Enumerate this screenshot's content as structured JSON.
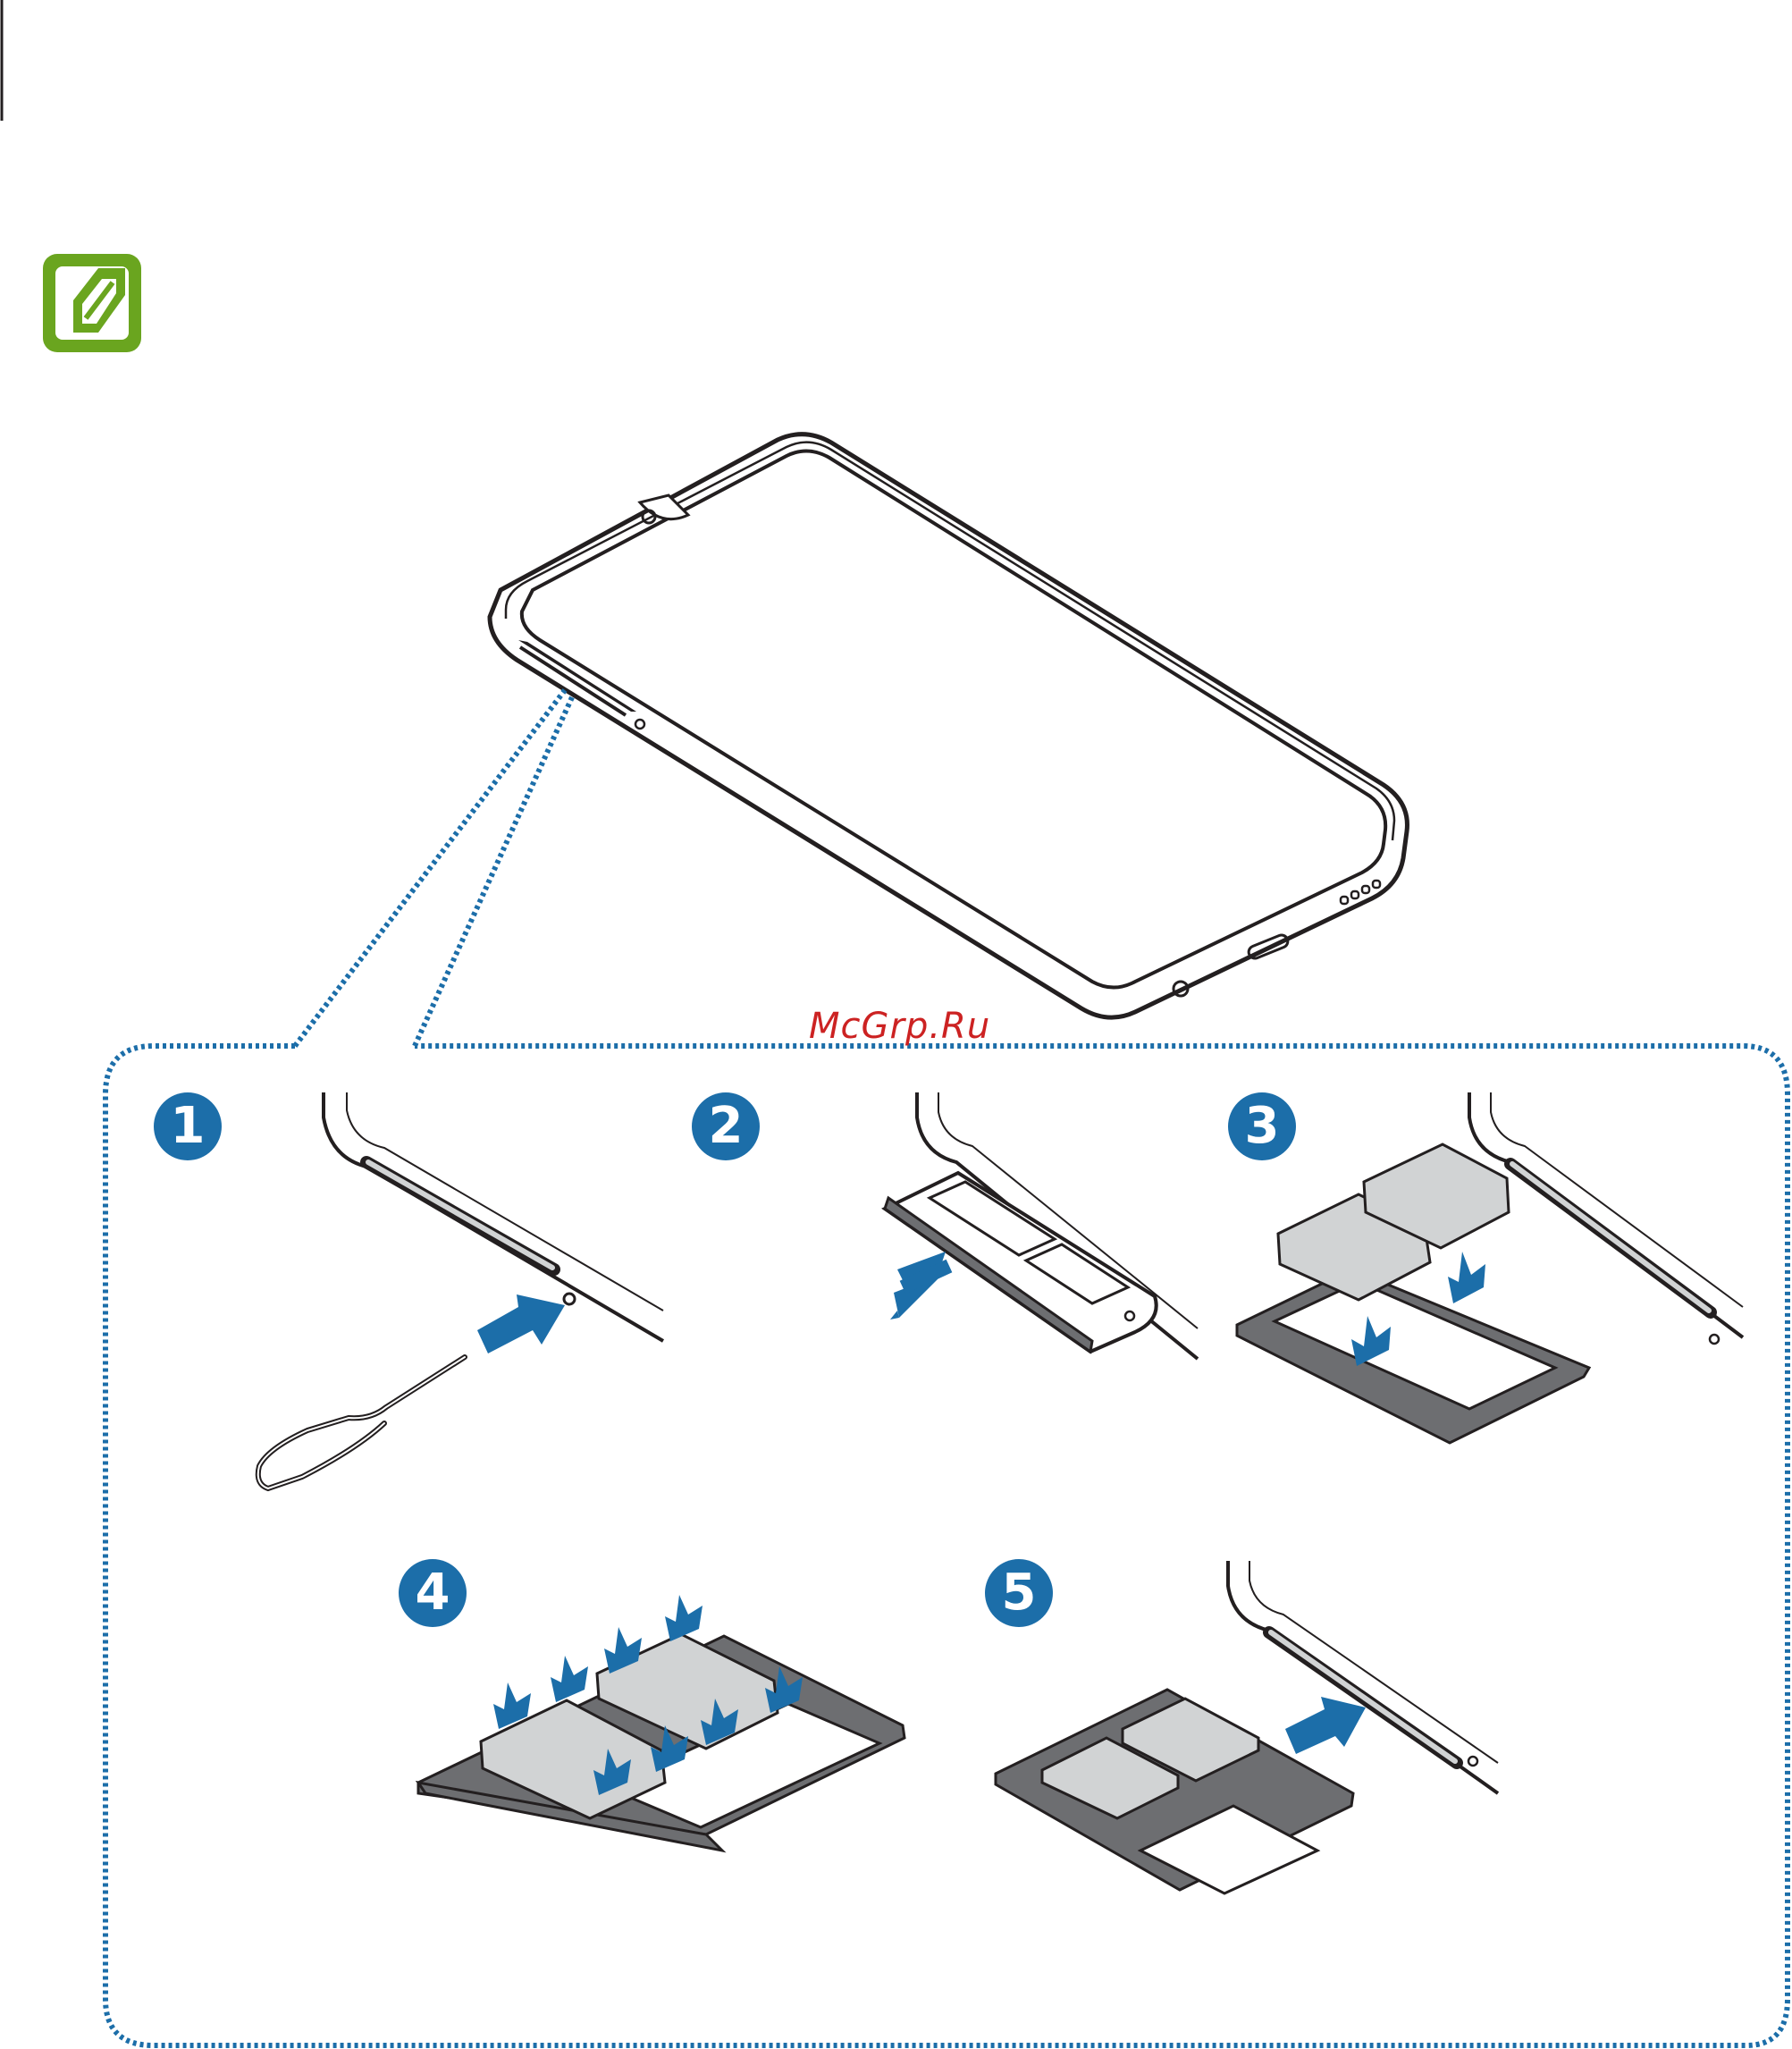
{
  "watermark": "McGrp.Ru",
  "steps": [
    {
      "number": "1"
    },
    {
      "number": "2"
    },
    {
      "number": "3"
    },
    {
      "number": "4"
    },
    {
      "number": "5"
    }
  ],
  "icons": {
    "note": "note-pencil-icon"
  },
  "colors": {
    "accent_blue": "#1c6ea9",
    "note_green": "#6aa51f",
    "watermark_red": "#cc2222",
    "line_dark": "#231f20",
    "tray_grey": "#6d6e71",
    "card_grey": "#d1d3d4"
  }
}
